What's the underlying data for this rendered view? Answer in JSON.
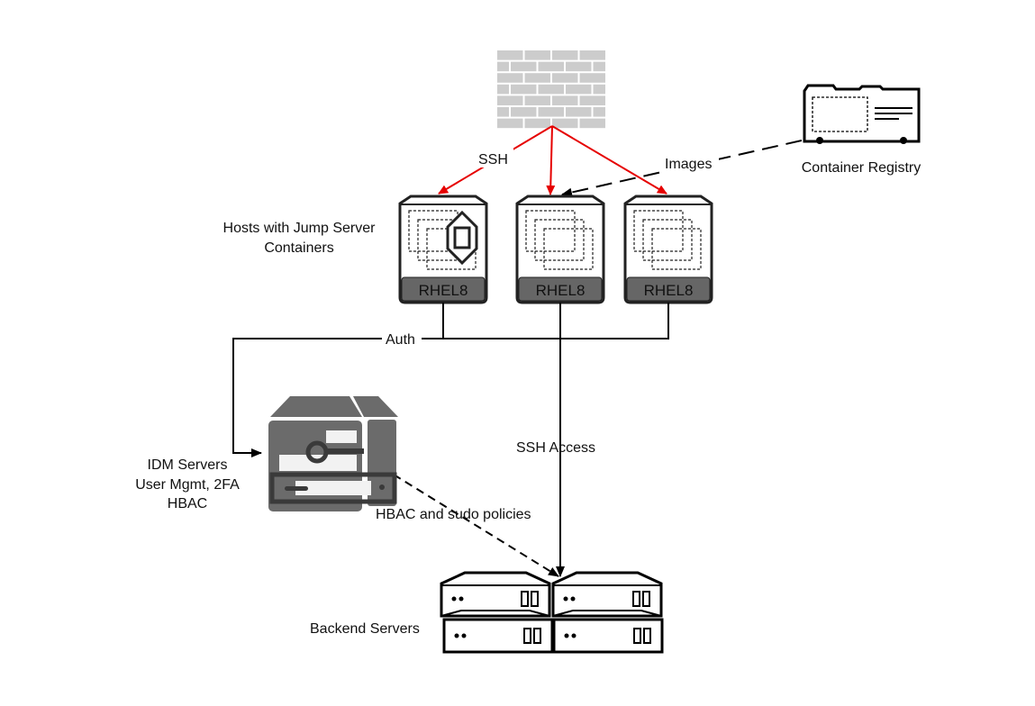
{
  "diagram": {
    "colors": {
      "ssh_arrow": "#e60000",
      "line": "#000000",
      "firewall": "#cccccc",
      "rhel_band": "#666666",
      "idm": "#6b6b6b"
    },
    "nodes": {
      "firewall": {
        "icon": "firewall-icon"
      },
      "container_registry": {
        "icon": "container-registry-icon",
        "label": "Container Registry"
      },
      "jump_hosts": {
        "label_line1": "Hosts with Jump Server",
        "label_line2": "Containers",
        "hosts": [
          {
            "os_label": "RHEL8",
            "icon": "host-with-security-container-icon"
          },
          {
            "os_label": "RHEL8",
            "icon": "host-container-icon"
          },
          {
            "os_label": "RHEL8",
            "icon": "host-container-icon"
          }
        ]
      },
      "idm_servers": {
        "icon": "idm-server-key-icon",
        "label_lines": [
          "IDM Servers",
          "User Mgmt, 2FA",
          "HBAC"
        ]
      },
      "backend_servers": {
        "icon": "server-rack-icon",
        "label": "Backend Servers"
      }
    },
    "edges": {
      "ssh": "SSH",
      "images": "Images",
      "auth": "Auth",
      "ssh_access": "SSH Access",
      "hbac_sudo": "HBAC and sudo policies"
    }
  }
}
